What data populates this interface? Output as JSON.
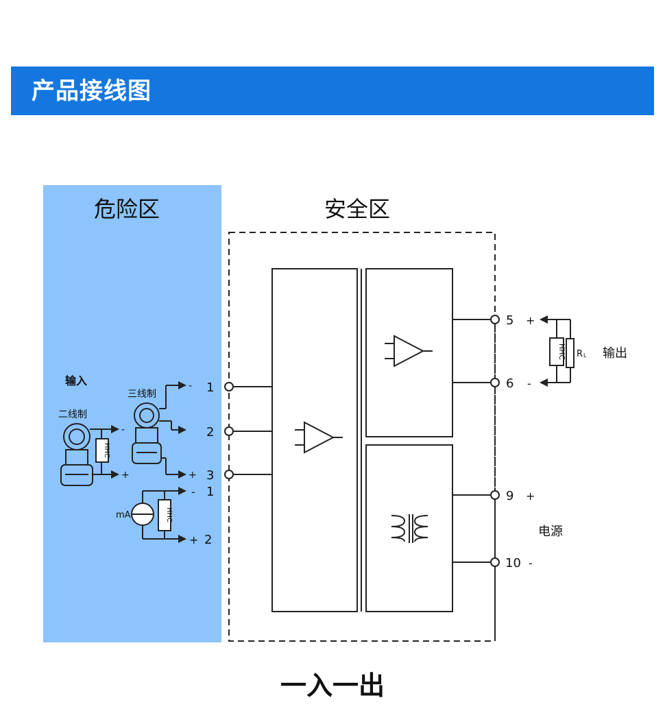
{
  "header": {
    "title": "产品接线图"
  },
  "zones": {
    "hazardous": "危险区",
    "safe": "安全区"
  },
  "input": {
    "label": "输入",
    "two_wire": "二线制",
    "three_wire": "三线制",
    "current_source": "mA",
    "terminals": {
      "t1": "1",
      "t2": "2",
      "t3": "3",
      "ma_t1": "1",
      "ma_t2": "2",
      "minus": "-",
      "plus": "+"
    },
    "hhc": "HHC"
  },
  "output": {
    "label": "输出",
    "load": "R",
    "load_sub": "L",
    "terminal_pos": "5",
    "terminal_neg": "6",
    "plus": "+",
    "minus": "-"
  },
  "power": {
    "label": "电源",
    "terminal_pos": "9",
    "terminal_neg": "10",
    "plus": "+",
    "minus": "-"
  },
  "caption": "一入一出",
  "colors": {
    "header": "#1477e0",
    "hazard_zone": "#8cc4fb",
    "line": "#222222"
  }
}
